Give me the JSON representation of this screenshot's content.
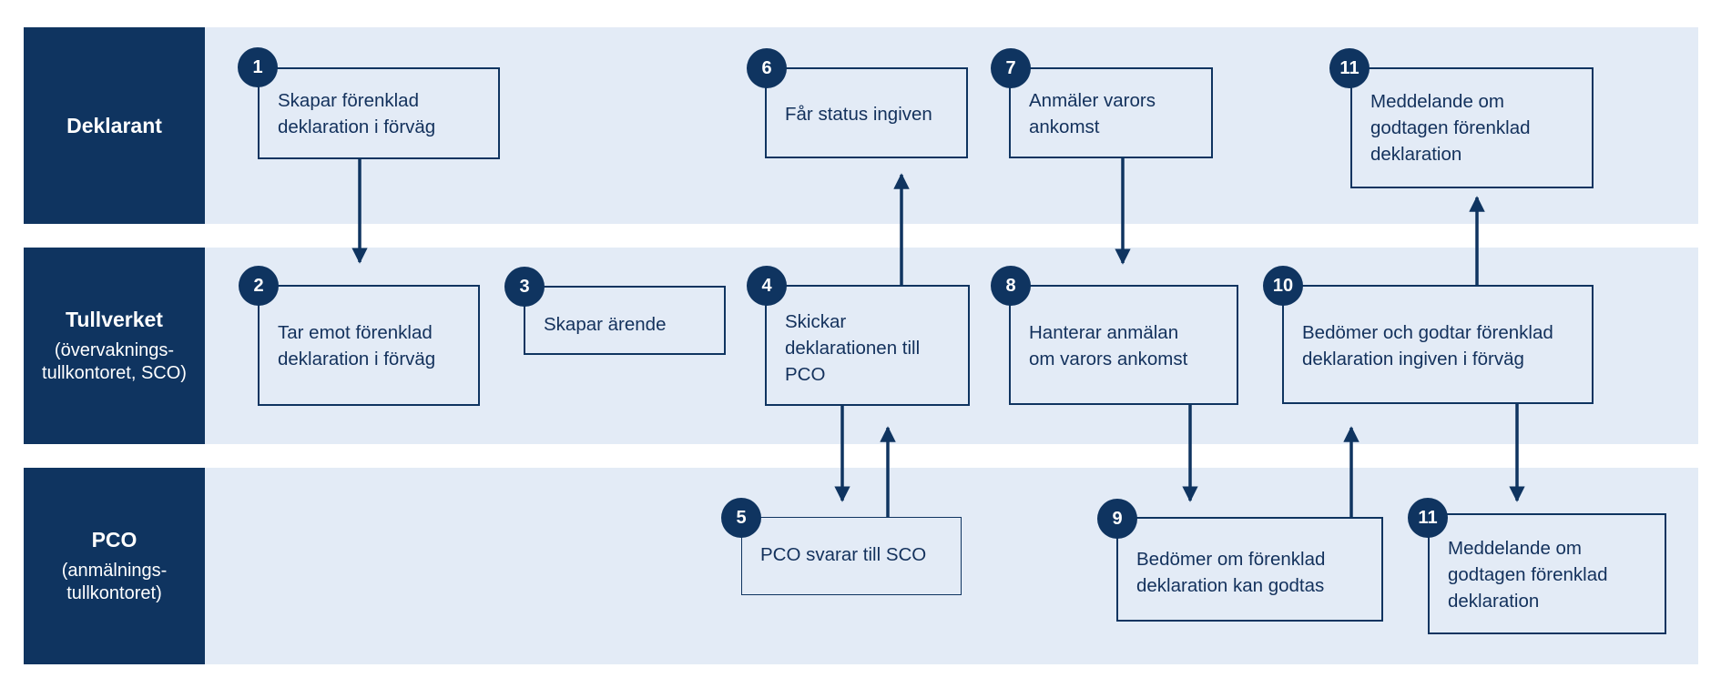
{
  "lanes": {
    "deklarant": {
      "title": "Deklarant",
      "subtitle": ""
    },
    "tullverket": {
      "title": "Tullverket",
      "subtitle": "(övervaknings-\ntullkontoret, SCO)"
    },
    "pco": {
      "title": "PCO",
      "subtitle": "(anmälnings-\ntullkontoret)"
    }
  },
  "steps": [
    {
      "number": "1",
      "text": "Skapar förenklad\ndeklaration i förväg"
    },
    {
      "number": "2",
      "text": "Tar emot förenklad\ndeklaration i förväg"
    },
    {
      "number": "3",
      "text": "Skapar ärende"
    },
    {
      "number": "4",
      "text": "Skickar\ndeklarationen till\nPCO"
    },
    {
      "number": "5",
      "text": "PCO svarar till SCO"
    },
    {
      "number": "6",
      "text": "Får status ingiven"
    },
    {
      "number": "7",
      "text": "Anmäler varors\nankomst"
    },
    {
      "number": "8",
      "text": "Hanterar anmälan\nom varors ankomst"
    },
    {
      "number": "9",
      "text": "Bedömer om förenklad\ndeklaration kan godtas"
    },
    {
      "number": "10",
      "text": "Bedömer och godtar förenklad\ndeklaration ingiven i förväg"
    },
    {
      "number": "11",
      "text": "Meddelande om\ngodtagen förenklad\ndeklaration"
    },
    {
      "number": "11",
      "text": "Meddelande om\ngodtagen förenklad\ndeklaration"
    }
  ],
  "colors": {
    "navy": "#0f3460",
    "lane_bg": "#e3ebf6",
    "text": "#13315c"
  }
}
